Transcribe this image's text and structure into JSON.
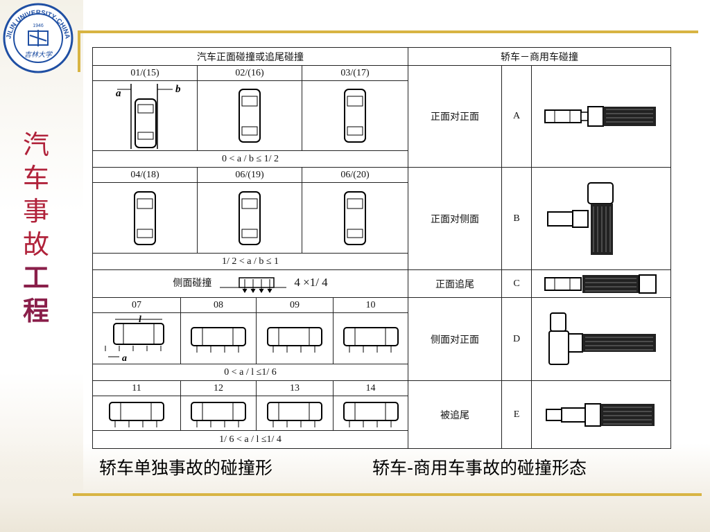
{
  "logo": {
    "ring_text": "JILIN UNIVERSITY·CHINA",
    "year": "1946",
    "seal_text": "吉林大学"
  },
  "side_title": [
    "汽",
    "车",
    "事",
    "故",
    "工",
    "程"
  ],
  "table": {
    "left_header": "汽车正面碰撞或追尾碰撞",
    "right_header": "轿车－商用车碰撞",
    "row1_labels": [
      "01/(15)",
      "02/(16)",
      "03/(17)"
    ],
    "row1_formula": "0 < a / b ≤ 1/ 2",
    "row2_labels": [
      "04/(18)",
      "06/(19)",
      "06/(20)"
    ],
    "row2_formula": "1/ 2 < a / b ≤ 1",
    "side_collision_label": "侧面碰撞",
    "side_collision_ratio": "4 ×1/ 4",
    "row3_labels": [
      "07",
      "08",
      "09",
      "10"
    ],
    "row3_formula": "0 < a / l ≤1/ 6",
    "row4_labels": [
      "11",
      "12",
      "13",
      "14"
    ],
    "row4_formula": "1/ 6 < a / l ≤1/ 4",
    "dim_a": "a",
    "dim_b": "b",
    "dim_l": "l",
    "commercial": [
      {
        "type": "正面对正面",
        "code": "A"
      },
      {
        "type": "正面对侧面",
        "code": "B"
      },
      {
        "type": "正面追尾",
        "code": "C"
      },
      {
        "type": "侧面对正面",
        "code": "D"
      },
      {
        "type": "被追尾",
        "code": "E"
      }
    ]
  },
  "captions": {
    "left": "轿车单独事故的碰撞形",
    "right": "轿车-商用车事故的碰撞形态"
  },
  "colors": {
    "accent_gold": "#d8b443",
    "title_red": "#b0223a",
    "logo_blue": "#1f4fa3"
  }
}
